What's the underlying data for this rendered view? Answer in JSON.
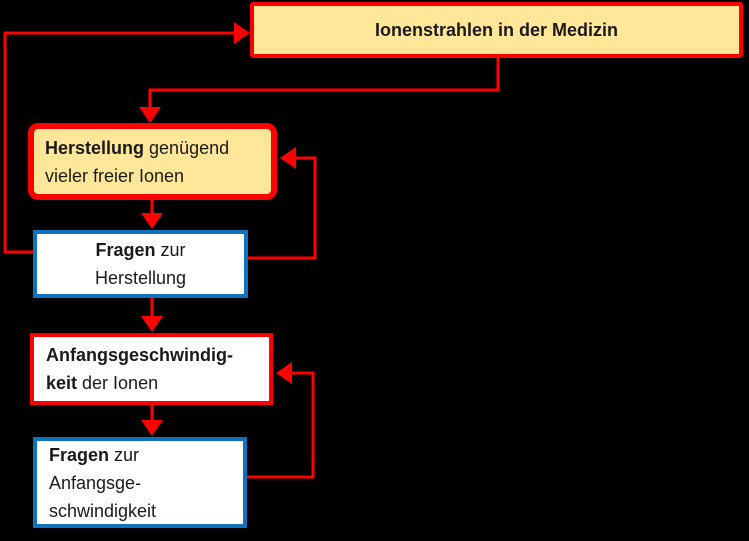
{
  "background_color": "#000000",
  "colors": {
    "arrow_red": "#FF0000",
    "box_border_red": "#FF0000",
    "box_border_blue": "#0F72BE",
    "box_fill_yellow": "#FFE699",
    "box_fill_white": "#FFFFFF",
    "text_color": "#1A1A1A"
  },
  "diagram": {
    "title_box": {
      "text": "Ionenstrahlen in der Medizin"
    },
    "herstellung_box": {
      "line1_bold": "Herstellung",
      "line1_rest": " genügend",
      "line2": "vieler freier Ionen"
    },
    "fragen_herstellung_box": {
      "line1_bold": "Fragen",
      "line1_rest": " zur",
      "line2": "Herstellung"
    },
    "anfang_box": {
      "line1_bold": "Anfangsgeschwindig-",
      "line2_bold": "keit",
      "line2_rest": " der Ionen"
    },
    "fragen_anfang_box": {
      "line1_bold": "Fragen",
      "line1_rest": " zur",
      "line2": "Anfangsge-",
      "line3": "schwindigkeit"
    }
  }
}
